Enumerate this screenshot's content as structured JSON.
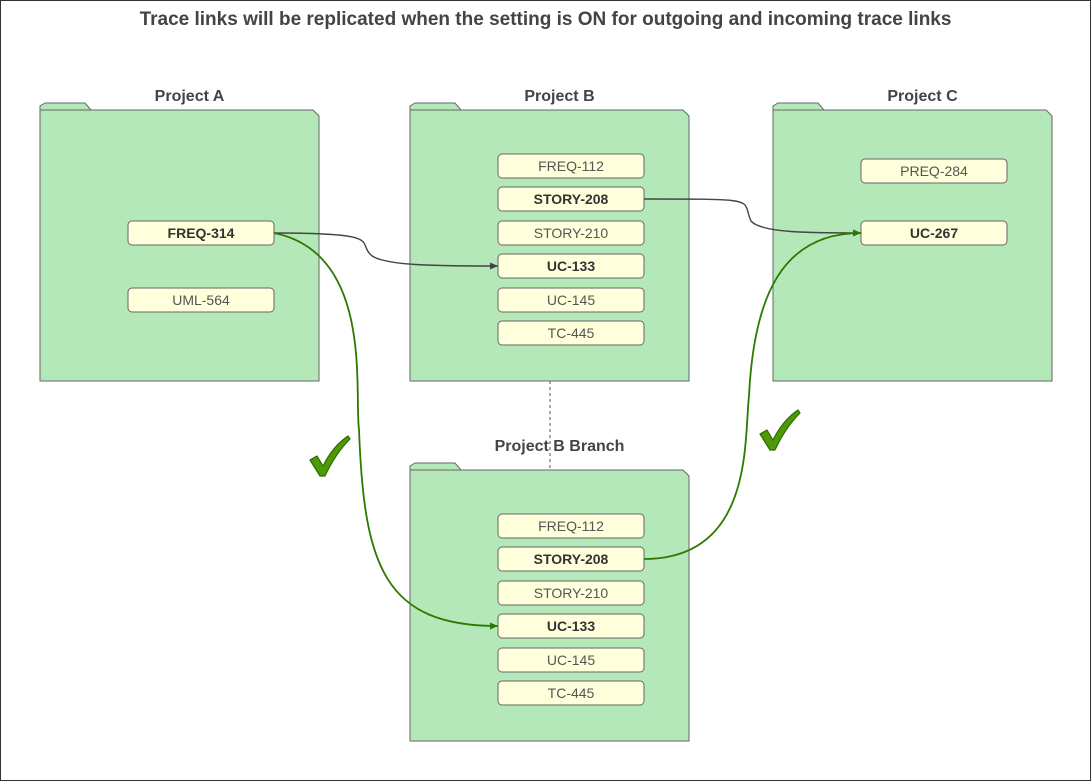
{
  "title": "Trace links will be replicated when the setting is ON for outgoing and incoming trace links",
  "colors": {
    "folder_fill": "#b5e8b9",
    "folder_stroke": "#666666",
    "item_fill": "#ffffdc",
    "item_stroke": "#666666",
    "link_gray": "#444444",
    "link_green": "#2d7a00",
    "check_fill": "#4d9a06",
    "check_stroke": "#2d6a00"
  },
  "projects": [
    {
      "id": "a",
      "name": "Project A",
      "items": [
        {
          "id": "freq-314",
          "label": "FREQ-314",
          "bold": true
        },
        {
          "id": "uml-564",
          "label": "UML-564",
          "bold": false
        }
      ]
    },
    {
      "id": "b",
      "name": "Project B",
      "items": [
        {
          "id": "freq-112",
          "label": "FREQ-112",
          "bold": false
        },
        {
          "id": "story-208",
          "label": "STORY-208",
          "bold": true
        },
        {
          "id": "story-210",
          "label": "STORY-210",
          "bold": false
        },
        {
          "id": "uc-133",
          "label": "UC-133",
          "bold": true
        },
        {
          "id": "uc-145",
          "label": "UC-145",
          "bold": false
        },
        {
          "id": "tc-445",
          "label": "TC-445",
          "bold": false
        }
      ]
    },
    {
      "id": "c",
      "name": "Project C",
      "items": [
        {
          "id": "preq-284",
          "label": "PREQ-284",
          "bold": false
        },
        {
          "id": "uc-267",
          "label": "UC-267",
          "bold": true
        }
      ]
    },
    {
      "id": "bb",
      "name": "Project B Branch",
      "items": [
        {
          "id": "freq-112",
          "label": "FREQ-112",
          "bold": false
        },
        {
          "id": "story-208",
          "label": "STORY-208",
          "bold": true
        },
        {
          "id": "story-210",
          "label": "STORY-210",
          "bold": false
        },
        {
          "id": "uc-133",
          "label": "UC-133",
          "bold": true
        },
        {
          "id": "uc-145",
          "label": "UC-145",
          "bold": false
        },
        {
          "id": "tc-445",
          "label": "TC-445",
          "bold": false
        }
      ]
    }
  ],
  "links": [
    {
      "from": "a.freq-314",
      "to": "b.uc-133",
      "color": "gray"
    },
    {
      "from": "b.story-208",
      "to": "c.uc-267",
      "color": "gray"
    },
    {
      "from": "a.freq-314",
      "to": "bb.uc-133",
      "color": "green"
    },
    {
      "from": "bb.story-208",
      "to": "c.uc-267",
      "color": "green"
    }
  ],
  "branch_connector": {
    "from": "b",
    "to": "bb",
    "style": "dashed"
  },
  "checkmarks": [
    {
      "near": "link-a-to-branch"
    },
    {
      "near": "link-branch-to-c"
    }
  ]
}
